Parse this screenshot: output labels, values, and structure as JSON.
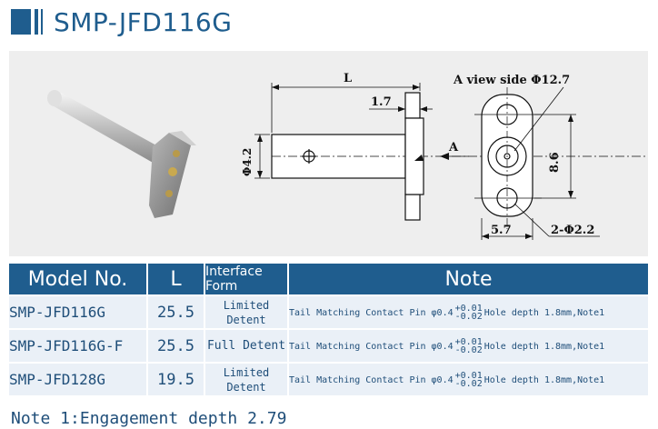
{
  "header": {
    "title": "SMP-JFD116G"
  },
  "drawing": {
    "label_L": "L",
    "label_1_7": "1.7",
    "label_phi_4_2": "Φ4.2",
    "label_A_arrow": "A",
    "view_label": "A view side Φ12.7",
    "label_8_6": "8.6",
    "label_5_7": "5.7",
    "label_holes": "2-Φ2.2"
  },
  "table": {
    "headers": {
      "model": "Model No.",
      "l": "L",
      "form_line1": "Interface",
      "form_line2": "Form",
      "note": "Note"
    },
    "rows": [
      {
        "model": "SMP-JFD116G",
        "l": "25.5",
        "form_line1": "Limited",
        "form_line2": "Detent",
        "note_pre": "Tail Matching Contact Pin φ0.4",
        "tol_plus": "+0.01",
        "tol_minus": "-0.02",
        "note_post": "Hole depth 1.8mm,Note1"
      },
      {
        "model": "SMP-JFD116G-F",
        "l": "25.5",
        "form_line1": "Full Detent",
        "form_line2": "",
        "note_pre": "Tail Matching Contact Pin φ0.4",
        "tol_plus": "+0.01",
        "tol_minus": "-0.02",
        "note_post": "Hole depth 1.8mm,Note1"
      },
      {
        "model": "SMP-JFD128G",
        "l": "19.5",
        "form_line1": "Limited",
        "form_line2": "Detent",
        "note_pre": "Tail Matching Contact Pin φ0.4",
        "tol_plus": "+0.01",
        "tol_minus": "-0.02",
        "note_post": "Hole depth 1.8mm,Note1"
      }
    ]
  },
  "footnote": "Note 1:Engagement depth 2.79"
}
